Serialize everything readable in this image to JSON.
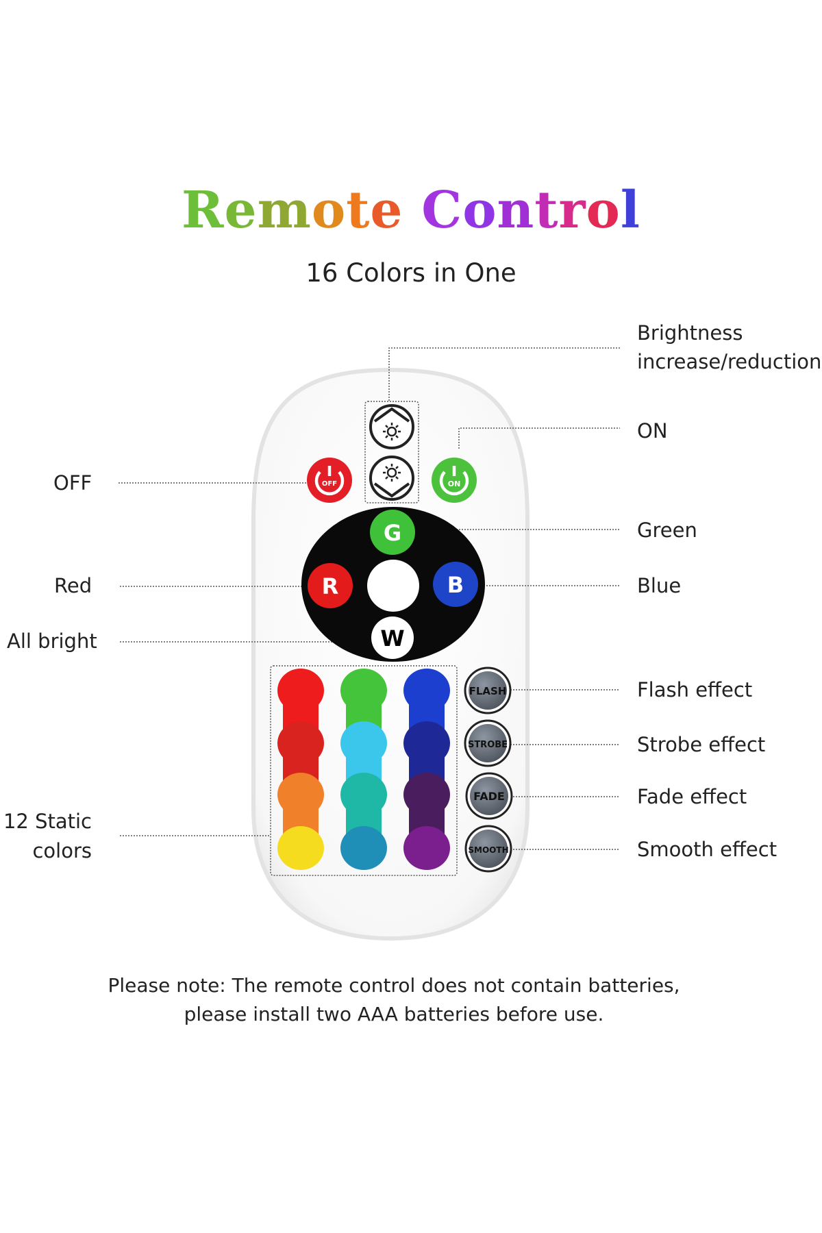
{
  "title": {
    "letters": [
      "R",
      "e",
      "m",
      "o",
      "t",
      "e",
      " ",
      "C",
      "o",
      "n",
      "t",
      "r",
      "o",
      "l"
    ],
    "letter_colors": [
      "#6dbf3a",
      "#78b836",
      "#8fa833",
      "#e08a1e",
      "#ee7a1d",
      "#e85a2a",
      "#ffffff",
      "#a335e0",
      "#8f35e6",
      "#a12fd6",
      "#c22cb5",
      "#d82a8a",
      "#e32a55",
      "#3f3fd9"
    ]
  },
  "subtitle": "16 Colors in One",
  "labels": {
    "brightness": "Brightness",
    "brightness2": "increase/reduction",
    "on": "ON",
    "off": "OFF",
    "green": "Green",
    "red": "Red",
    "blue": "Blue",
    "all_bright": "All bright",
    "flash": "Flash effect",
    "strobe": "Strobe effect",
    "fade": "Fade effect",
    "smooth": "Smooth effect",
    "static1": "12 Static",
    "static2": "colors"
  },
  "buttons": {
    "off": "OFF",
    "on": "ON",
    "g": "G",
    "r": "R",
    "b": "B",
    "w": "W",
    "flash": "FLASH",
    "strobe": "STROBE",
    "fade": "FADE",
    "smooth": "SMOOTH"
  },
  "color_grid": [
    [
      "#ee1c1c",
      "#43c43a",
      "#1d3fcf"
    ],
    [
      "#d9231e",
      "#3bc6ec",
      "#1e2896"
    ],
    [
      "#f1802b",
      "#1fb8a6",
      "#4a1d5e"
    ],
    [
      "#f6dc1e",
      "#1f8fb8",
      "#7b1e8e"
    ]
  ],
  "colors": {
    "off_button": "#e41e26",
    "on_button": "#4cc23c",
    "green_button": "#3fc23a",
    "red_button": "#e31b1b",
    "blue_button": "#1e44c8",
    "dial": "#0a0a0a",
    "effect_button": "#6a717c"
  },
  "note": {
    "line1": "Please note: The remote control does not contain batteries,",
    "line2": "please install two AAA batteries before use."
  }
}
